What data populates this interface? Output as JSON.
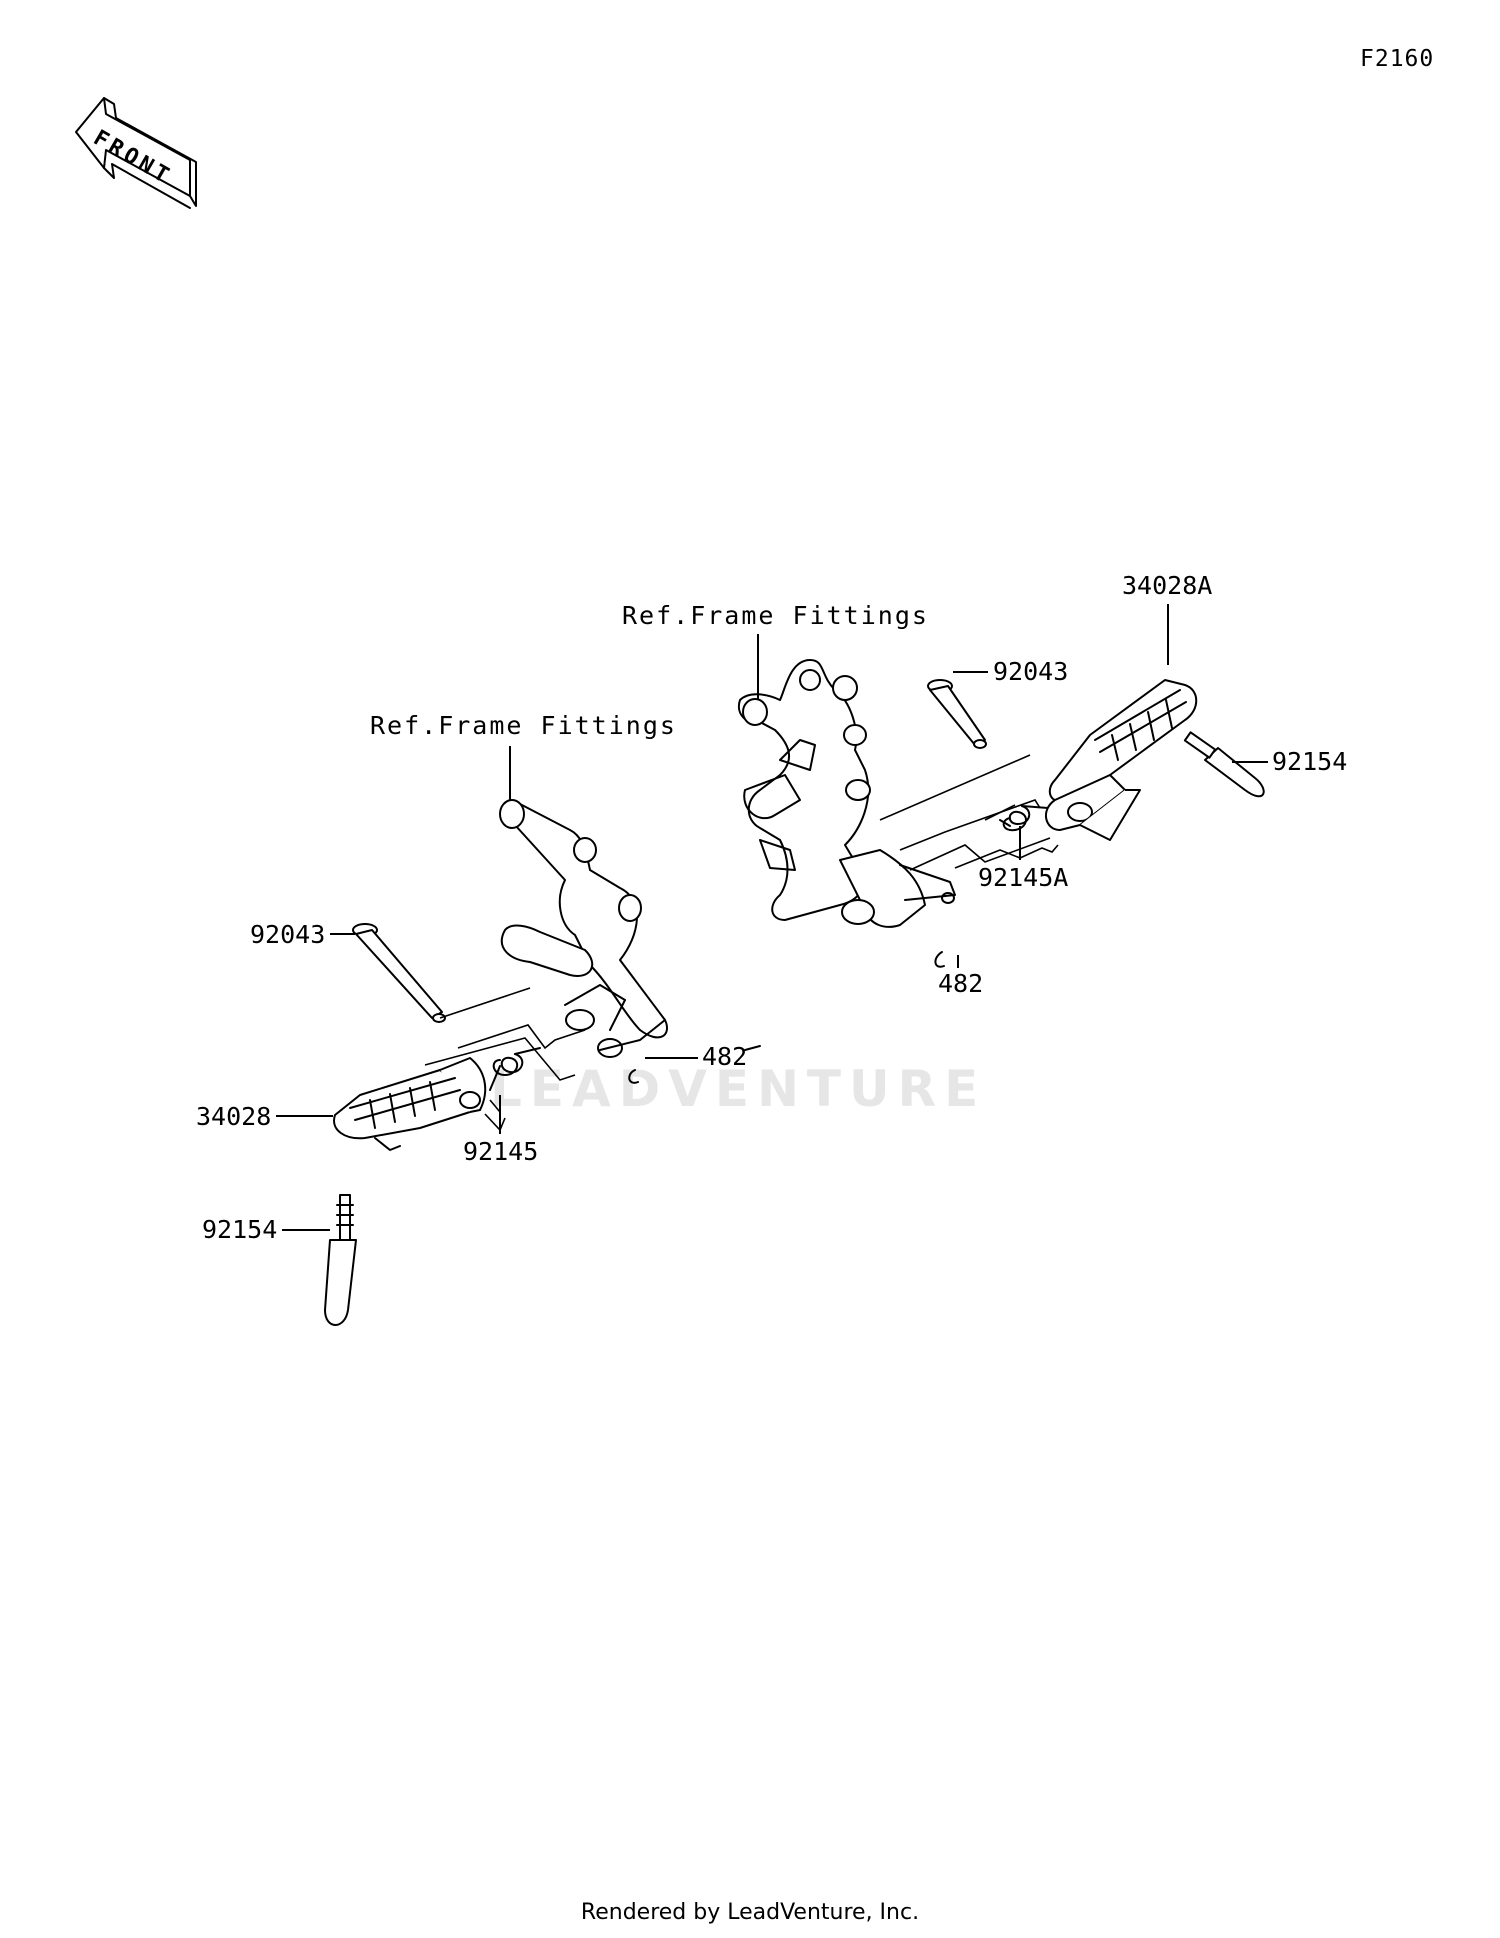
{
  "diagram_code": "F2160",
  "front_label": "FRONT",
  "watermark_text": "LEADVENTURE",
  "footer_text": "Rendered by LeadVenture, Inc.",
  "labels": {
    "ref_left": "Ref.Frame Fittings",
    "ref_right": "Ref.Frame Fittings",
    "p92043_left": "92043",
    "p482_left": "482",
    "p34028": "34028",
    "p92145": "92145",
    "p92154_left": "92154",
    "p34028A": "34028A",
    "p92043_right": "92043",
    "p92154_right": "92154",
    "p92145A": "92145A",
    "p482_right": "482"
  }
}
